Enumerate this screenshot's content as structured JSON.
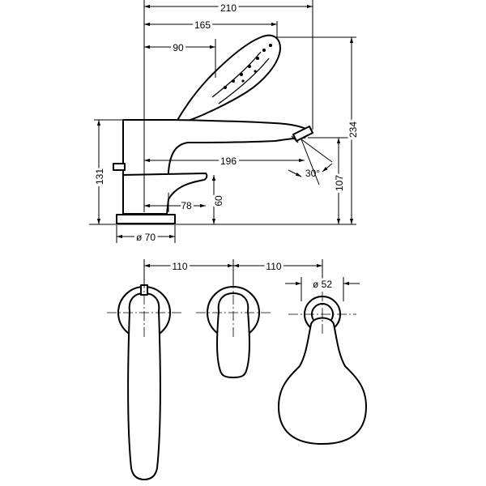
{
  "dimensions": {
    "total_width": "210",
    "handshower_offset": "165",
    "lever_offset": "90",
    "spout_reach": "196",
    "lever_reach": "78",
    "flange_diameter": "ø 70",
    "total_height": "234",
    "body_height": "131",
    "spout_height": "107",
    "lever_height": "60",
    "angle": "30°",
    "spacing_left": "110",
    "spacing_right": "110",
    "outlet_diameter": "ø 52"
  }
}
